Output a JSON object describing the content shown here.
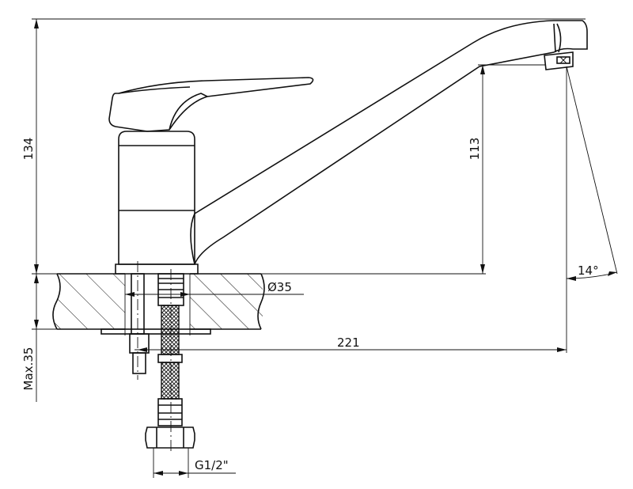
{
  "dimensions": {
    "total_height": "134",
    "spout_height": "113",
    "mount_hole_diameter": "Ø35",
    "spout_reach": "221",
    "max_counter_thickness": "Max.35",
    "connection_thread": "G1/2\"",
    "swivel_angle": "14°"
  },
  "colors": {
    "line": "#111111",
    "background": "#ffffff"
  }
}
